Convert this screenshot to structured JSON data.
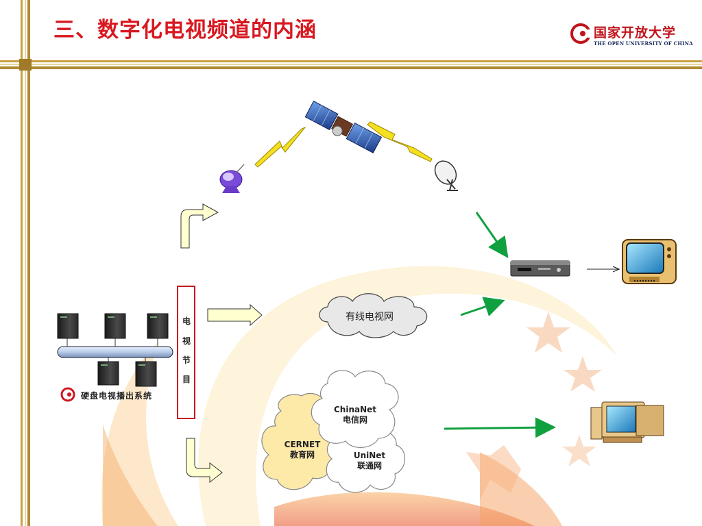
{
  "slide": {
    "title": "三、数字化电视频道的内涵",
    "logo_cn": "国家开放大学",
    "logo_en": "THE OPEN UNIVERSITY OF CHINA"
  },
  "diagram": {
    "program_chars": [
      "电",
      "视",
      "节",
      "目"
    ],
    "system_label": "硬盘电视播出系统",
    "cable_label": "有线电视网",
    "networks": [
      {
        "line1": "ChinaNet",
        "line2": "电信网"
      },
      {
        "line1": "CERNET",
        "line2": "教育网"
      },
      {
        "line1": "UniNet",
        "line2": "联通网"
      }
    ]
  },
  "colors": {
    "title": "#d81820",
    "frame_gold": "#c8a040",
    "arrow_green": "#10a040",
    "box_red": "#c81820"
  }
}
